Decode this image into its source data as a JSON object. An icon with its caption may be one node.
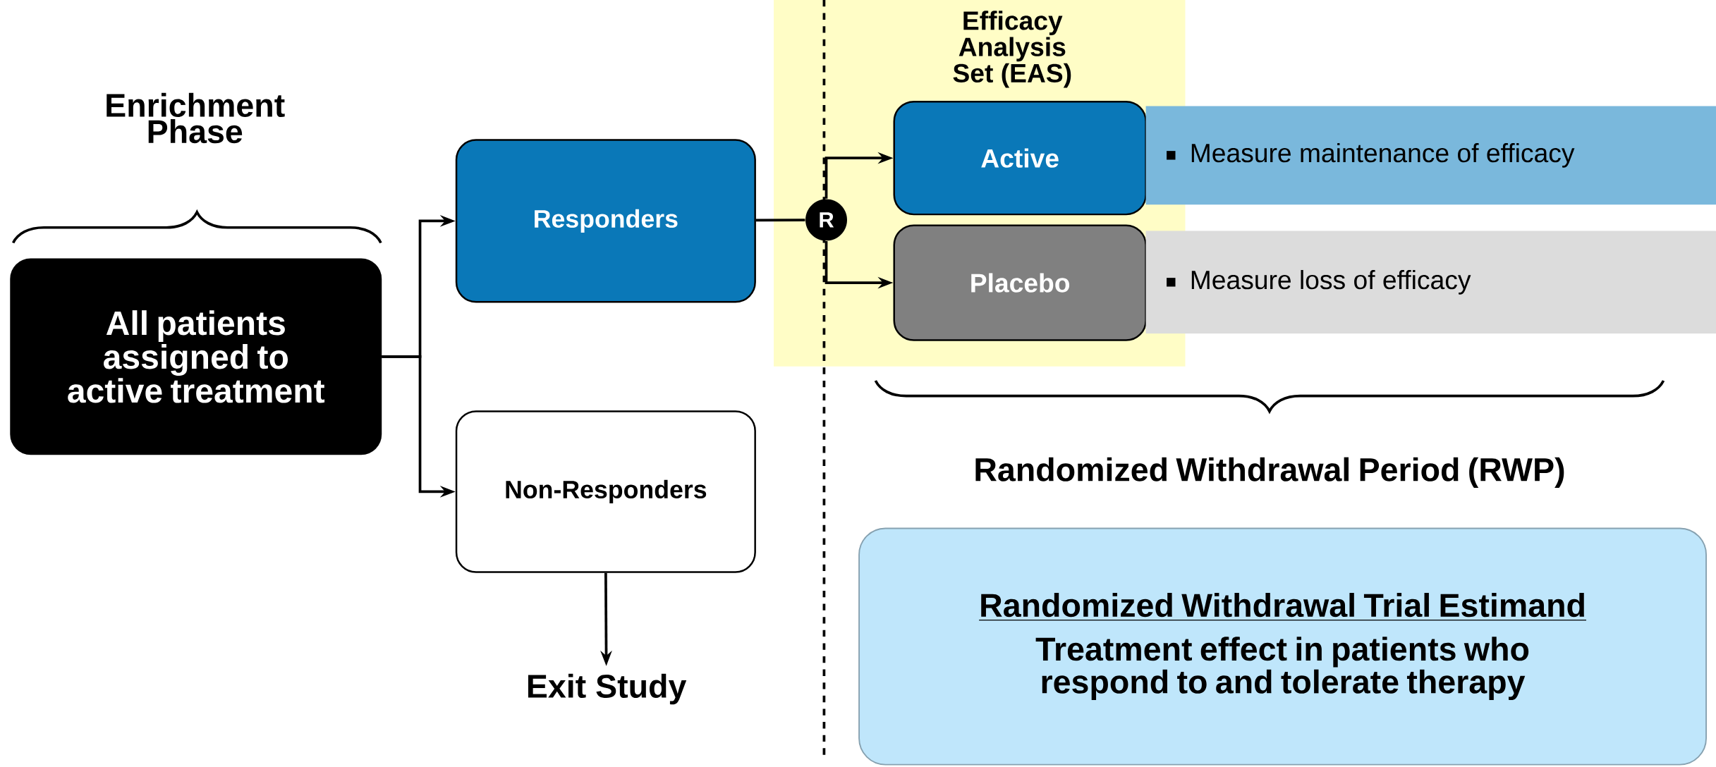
{
  "diagram": {
    "nodes": [
      {
        "text": [
          "All patients assigned to active treatment"
        ]
      },
      {
        "text": [
          "Responders"
        ]
      },
      {
        "text": [
          "Non-Responders"
        ]
      },
      {
        "text": [
          "Exit Study"
        ]
      },
      {
        "text": [
          "Efficacy Analysis Set (EAS)"
        ]
      },
      {
        "text": [
          "R"
        ],
        "in": 4
      },
      {
        "text": [
          "Active"
        ],
        "in": 4
      },
      {
        "text": [
          "Placebo"
        ],
        "in": 4
      },
      {
        "text": [
          "Measure maintenance of efficacy"
        ]
      },
      {
        "text": [
          "Measure loss of efficacy"
        ]
      },
      {
        "text": [
          "Randomized Withdrawal Trial Estimand",
          "Treatment effect in patients who respond to and tolerate therapy"
        ]
      }
    ],
    "edges": [
      {
        "from": 0,
        "to": 1,
        "arrow": "to"
      },
      {
        "from": 0,
        "to": 2,
        "arrow": "to"
      },
      {
        "from": 2,
        "to": 3,
        "arrow": "to"
      },
      {
        "from": 1,
        "to": 5,
        "arrow": "none"
      },
      {
        "from": 5,
        "to": 6,
        "arrow": "to"
      },
      {
        "from": 5,
        "to": 7,
        "arrow": "to"
      }
    ],
    "labels": [
      "Enrichment Phase",
      "Randomized Withdrawal Period (RWP)"
    ]
  }
}
